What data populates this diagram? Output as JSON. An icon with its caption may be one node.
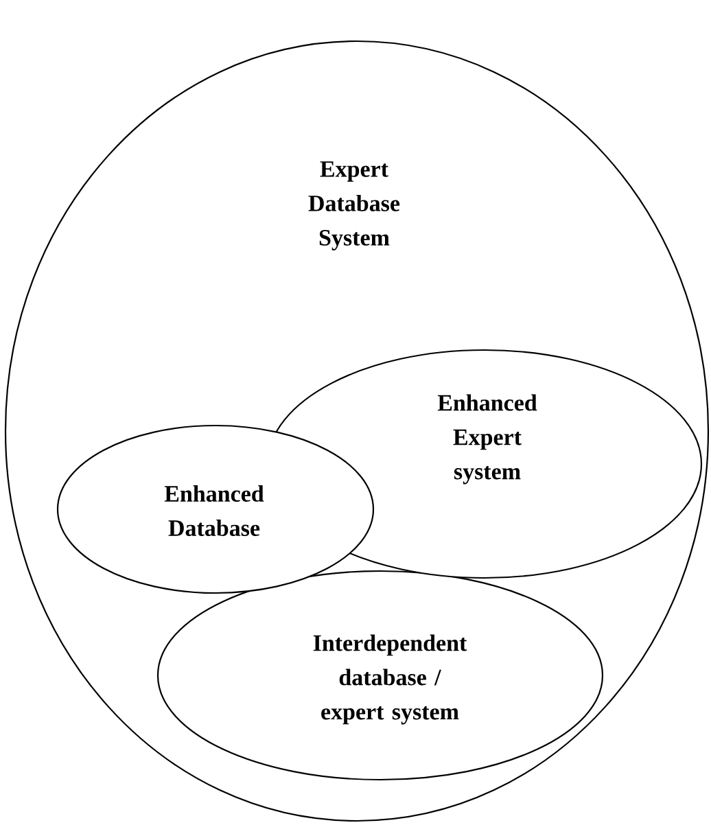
{
  "diagram": {
    "nodes": [
      {
        "text": [
          "Expert Database System"
        ]
      },
      {
        "text": [
          "Interdependent database / expert system"
        ],
        "in": 0
      },
      {
        "text": [
          "Enhanced Expert system"
        ],
        "in": 0
      },
      {
        "text": [
          "Enhanced Database"
        ],
        "in": 0
      }
    ]
  }
}
